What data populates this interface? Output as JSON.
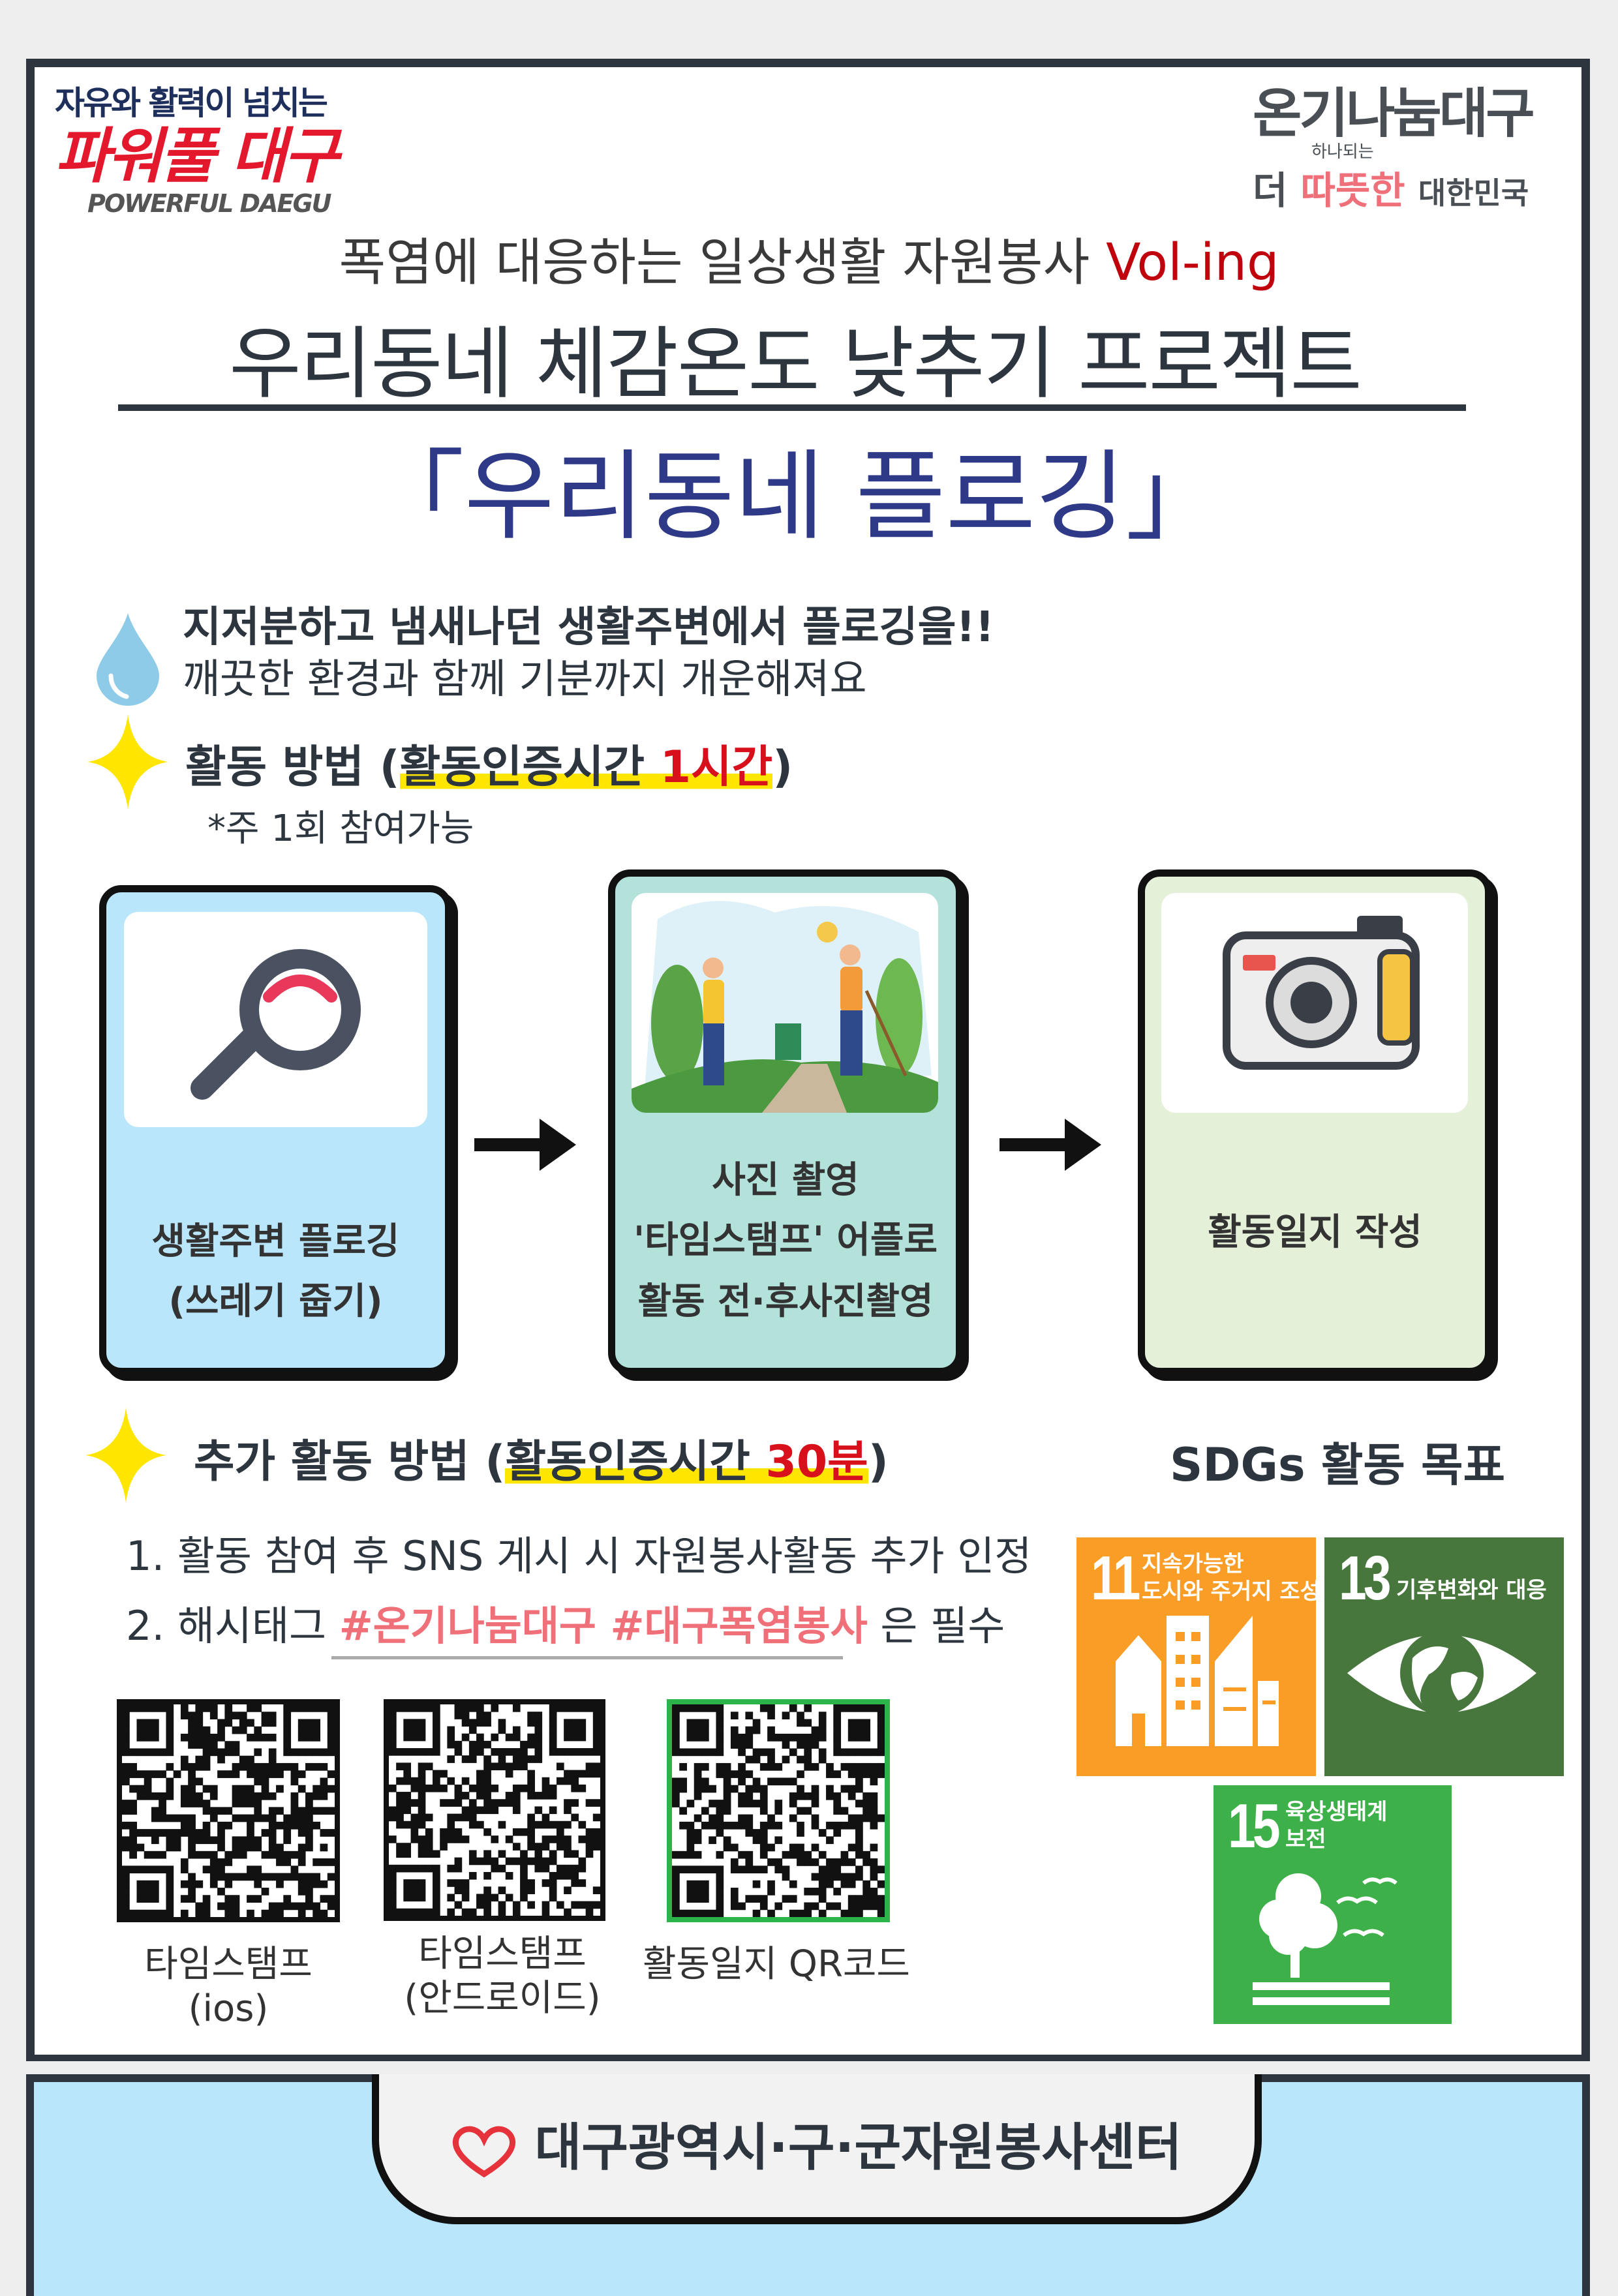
{
  "header": {
    "city_slogan_top": "자유와 활력이 넘치는",
    "city_slogan_main": "파워풀 대구",
    "city_slogan_en": "POWERFUL DAEGU",
    "campaign_logo_line1": "온기나눔대구",
    "campaign_logo_small": "하나되는",
    "campaign_logo_line2_a": "더",
    "campaign_logo_line2_b": "따뜻한",
    "campaign_logo_line2_c": "대한민국"
  },
  "title": {
    "subtitle_prefix": "폭염에 대응하는 일상생활 자원봉사",
    "subtitle_highlight": "Vol-ing",
    "main": "우리동네 체감온도 낮추기 프로젝트",
    "project": "「우리동네 플로깅」"
  },
  "intro": {
    "line1": "지저분하고 냄새나던 생활주변에서 플로깅을!!",
    "line2": "깨끗한 환경과 함께 기분까지 개운해져요"
  },
  "method": {
    "label": "활동 방법 (",
    "cert_label": "활동인증시간 ",
    "cert_value": "1시간",
    "close": ")",
    "note": "*주 1회 참여가능"
  },
  "steps": [
    {
      "line1": "생활주변 플로깅",
      "line2": "(쓰레기 줍기)"
    },
    {
      "title": "사진 촬영",
      "line1": "'타임스탬프' 어플로",
      "line2": "활동 전·후사진촬영"
    },
    {
      "line1": "활동일지 작성"
    }
  ],
  "extra": {
    "label": "추가 활동 방법 (",
    "cert_label": "활동인증시간 ",
    "cert_value": "30분",
    "close": ")",
    "item1": "1. 활동 참여 후 SNS 게시 시 자원봉사활동 추가 인정",
    "item2_prefix": "2. 해시태그 ",
    "item2_tags": "#온기나눔대구 #대구폭염봉사",
    "item2_suffix": " 은 필수"
  },
  "qr_codes": [
    {
      "line1": "타임스탬프",
      "line2": "(ios)"
    },
    {
      "line1": "타임스탬프",
      "line2": "(안드로이드)"
    },
    {
      "line1": "활동일지 QR코드"
    }
  ],
  "sdgs": {
    "title": "SDGs 활동 목표",
    "goals": [
      {
        "number": "11",
        "line1": "지속가능한",
        "line2": "도시와 주거지 조성",
        "color": "#f99d26"
      },
      {
        "number": "13",
        "line1": "기후변화와 대응",
        "color": "#48773e"
      },
      {
        "number": "15",
        "line1": "육상생태계",
        "line2": "보전",
        "color": "#3eb049"
      }
    ]
  },
  "footer": {
    "org": "대구광역시·구·군자원봉사센터"
  },
  "colors": {
    "accent_red": "#d8101c",
    "navy": "#2e3a87",
    "pink": "#f0707a"
  }
}
